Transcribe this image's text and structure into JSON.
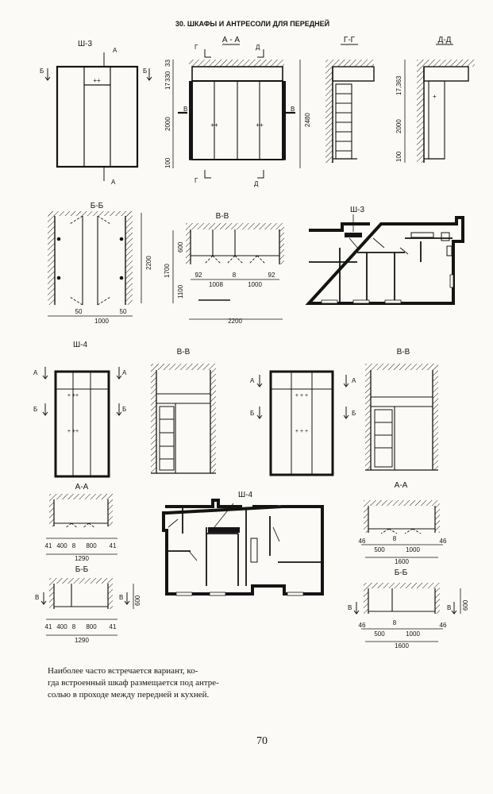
{
  "header": {
    "title": "30. ШКАФЫ И АНТРЕСОЛИ ДЛЯ ПЕРЕДНЕЙ"
  },
  "block1": {
    "ids": {
      "sh3": "Ш-3",
      "sh3_plan": "Ш-3"
    },
    "titles": {
      "aa": "А - А",
      "gg": "Г-Г",
      "dd": "Д-Д",
      "bb": "Б-Б",
      "vv": "В-В"
    },
    "marks": {
      "a": "А",
      "b": "Б",
      "v": "В",
      "g": "Г",
      "d": "Д"
    },
    "dims": {
      "d33": "33",
      "d330": "330",
      "d17a": "17",
      "d2000": "2000",
      "d100": "100",
      "d2480": "2480",
      "d17363": "17,363",
      "d2000b": "2000",
      "d100b": "100",
      "d2200": "2200",
      "d50a": "50",
      "d50b": "50",
      "d1000": "1000",
      "d600": "600",
      "d1700": "1700",
      "d1100": "1100",
      "d92a": "92",
      "d1008": "1008",
      "d8": "8",
      "d1000b": "1000",
      "d92b": "92",
      "d2200b": "2200"
    }
  },
  "block2": {
    "ids": {
      "sh4": "Ш-4",
      "sh4_plan": "Ш-4"
    },
    "titles": {
      "vv1": "В-В",
      "vv2": "В-В",
      "aa1": "А-А",
      "aa2": "А-А",
      "bb1": "Б-Б",
      "bb2": "Б-Б"
    },
    "marks": {
      "a": "А",
      "b": "Б",
      "v": "В"
    },
    "dims": {
      "l41a": "41",
      "l400": "400",
      "l8": "8",
      "l800": "800",
      "l41b": "41",
      "l1290": "1290",
      "l41c": "41",
      "l400b": "400",
      "l8b": "8",
      "l800b": "800",
      "l41d": "41",
      "l1290b": "1290",
      "l600": "600",
      "r46a": "46",
      "r500": "500",
      "r8": "8",
      "r1000": "1000",
      "r46b": "46",
      "r1600": "1600",
      "r46c": "46",
      "r500b": "500",
      "r8b": "8",
      "r1000b": "1000",
      "r46d": "46",
      "r1600b": "1600",
      "r600": "600"
    }
  },
  "caption": "Наиболее часто встречается вариант, ко-\nгда встроенный шкаф размещается под антре-\nсолью в проходе между передней и кухней.",
  "page_number": "70"
}
